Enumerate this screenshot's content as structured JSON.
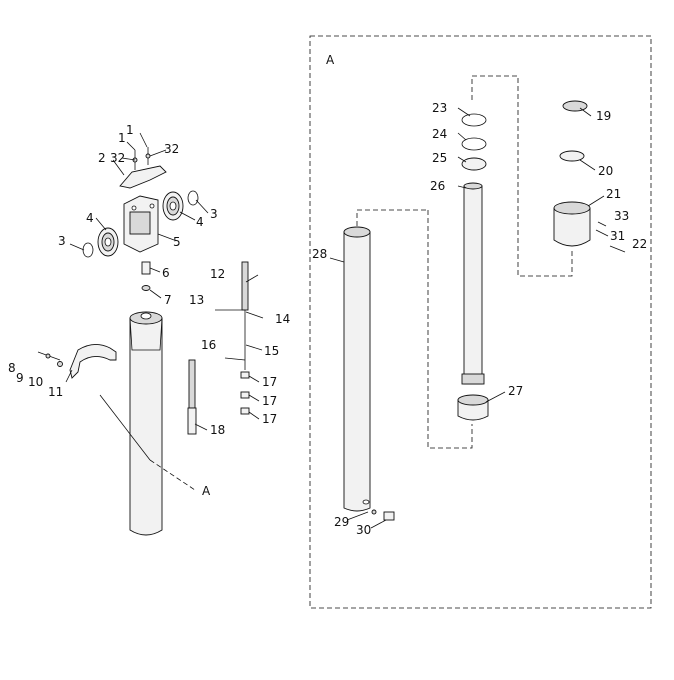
{
  "diagram": {
    "detail_letter": "A",
    "callouts": [
      {
        "id": "c1a",
        "text": "1"
      },
      {
        "id": "c1b",
        "text": "1"
      },
      {
        "id": "c2",
        "text": "2"
      },
      {
        "id": "c32a",
        "text": "32"
      },
      {
        "id": "c32b",
        "text": "32"
      },
      {
        "id": "c3a",
        "text": "3"
      },
      {
        "id": "c3b",
        "text": "3"
      },
      {
        "id": "c4a",
        "text": "4"
      },
      {
        "id": "c4b",
        "text": "4"
      },
      {
        "id": "c5",
        "text": "5"
      },
      {
        "id": "c6",
        "text": "6"
      },
      {
        "id": "c7",
        "text": "7"
      },
      {
        "id": "c8",
        "text": "8"
      },
      {
        "id": "c9",
        "text": "9"
      },
      {
        "id": "c10",
        "text": "10"
      },
      {
        "id": "c11",
        "text": "11"
      },
      {
        "id": "c12",
        "text": "12"
      },
      {
        "id": "c13",
        "text": "13"
      },
      {
        "id": "c14",
        "text": "14"
      },
      {
        "id": "c15",
        "text": "15"
      },
      {
        "id": "c16",
        "text": "16"
      },
      {
        "id": "c17a",
        "text": "17"
      },
      {
        "id": "c17b",
        "text": "17"
      },
      {
        "id": "c17c",
        "text": "17"
      },
      {
        "id": "c18",
        "text": "18"
      },
      {
        "id": "cA1",
        "text": "A"
      },
      {
        "id": "c19",
        "text": "19"
      },
      {
        "id": "c20",
        "text": "20"
      },
      {
        "id": "c21",
        "text": "21"
      },
      {
        "id": "c22",
        "text": "22"
      },
      {
        "id": "c23",
        "text": "23"
      },
      {
        "id": "c24",
        "text": "24"
      },
      {
        "id": "c25",
        "text": "25"
      },
      {
        "id": "c26",
        "text": "26"
      },
      {
        "id": "c27",
        "text": "27"
      },
      {
        "id": "c28",
        "text": "28"
      },
      {
        "id": "c29",
        "text": "29"
      },
      {
        "id": "c30",
        "text": "30"
      },
      {
        "id": "c31",
        "text": "31"
      },
      {
        "id": "c33",
        "text": "33"
      }
    ]
  }
}
